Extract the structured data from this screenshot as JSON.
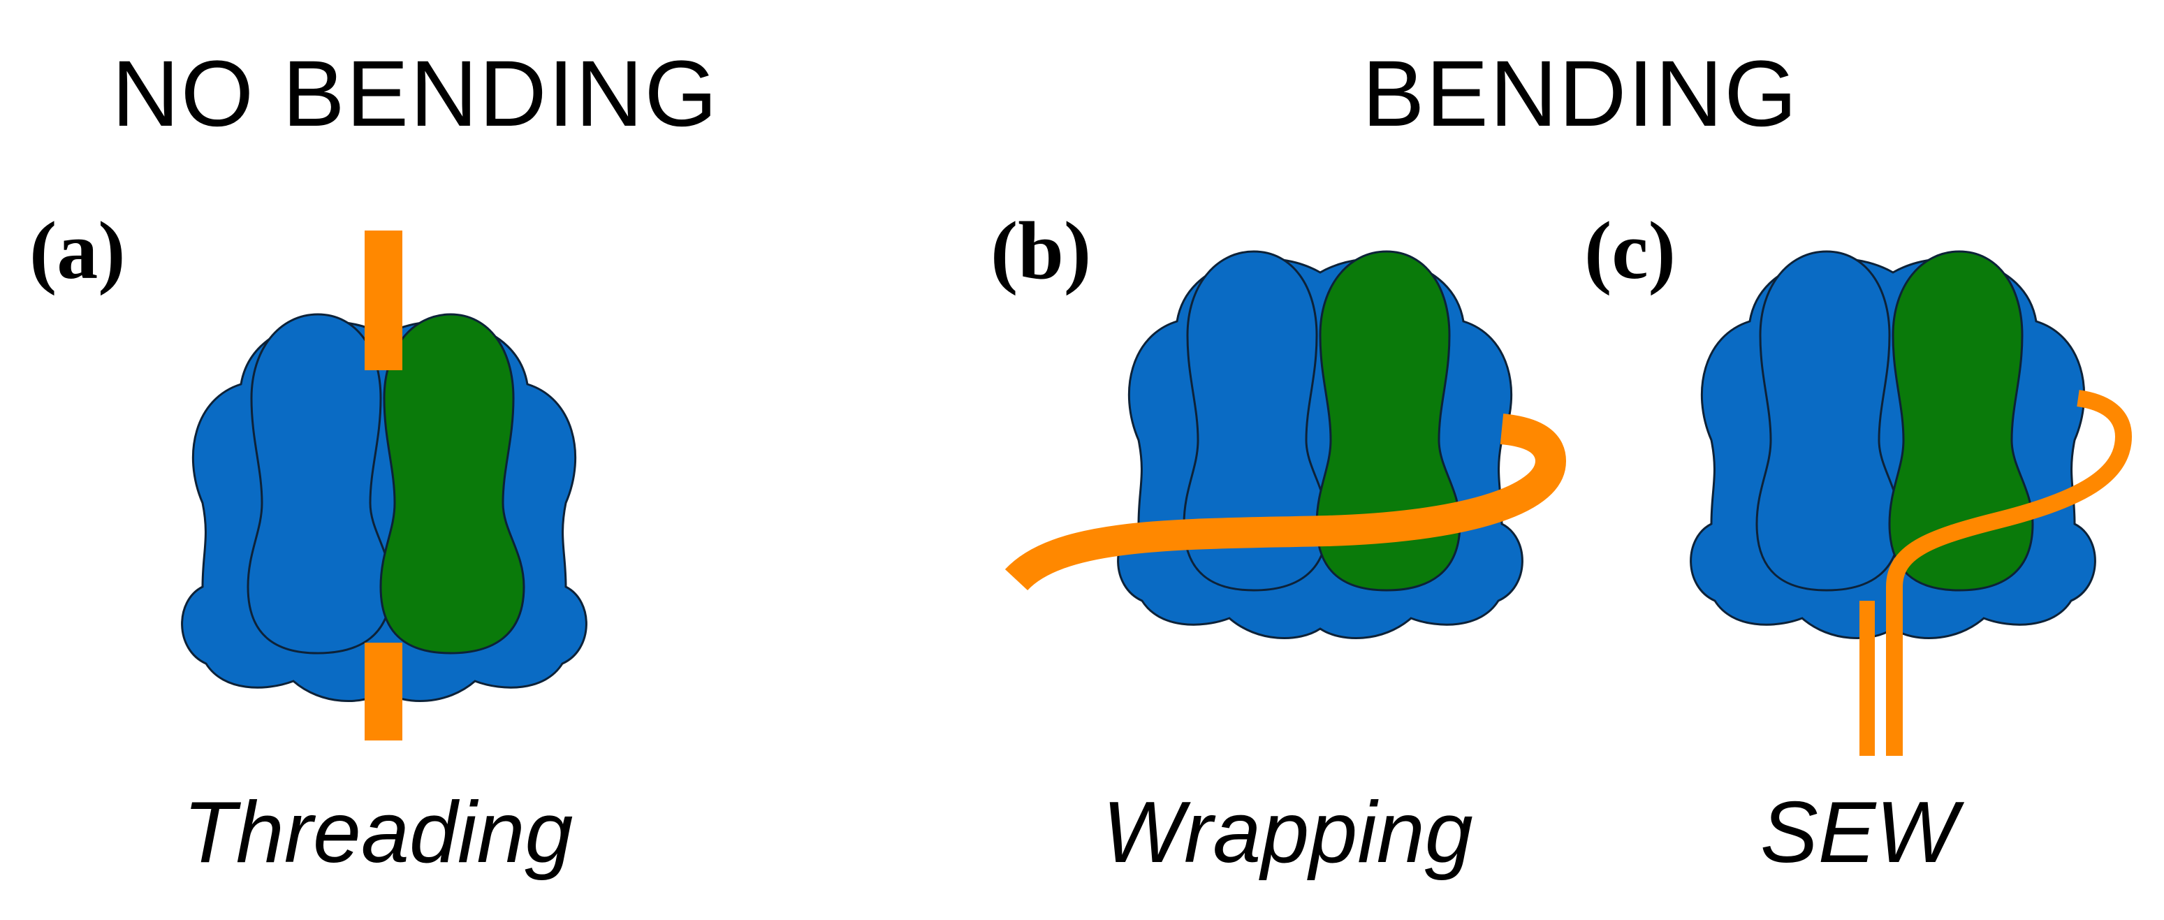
{
  "headings": {
    "left": "NO BENDING",
    "right": "BENDING"
  },
  "panels": [
    {
      "id": "a",
      "label": "(a)",
      "caption": "Threading"
    },
    {
      "id": "b",
      "label": "(b)",
      "caption": "Wrapping"
    },
    {
      "id": "c",
      "label": "(c)",
      "caption": "SEW"
    }
  ],
  "colors": {
    "protein_blue": "#0a6bc4",
    "protein_green": "#0a7a0a",
    "dna_orange": "#ff8800",
    "outline": "#0d2238",
    "text": "#000000"
  }
}
